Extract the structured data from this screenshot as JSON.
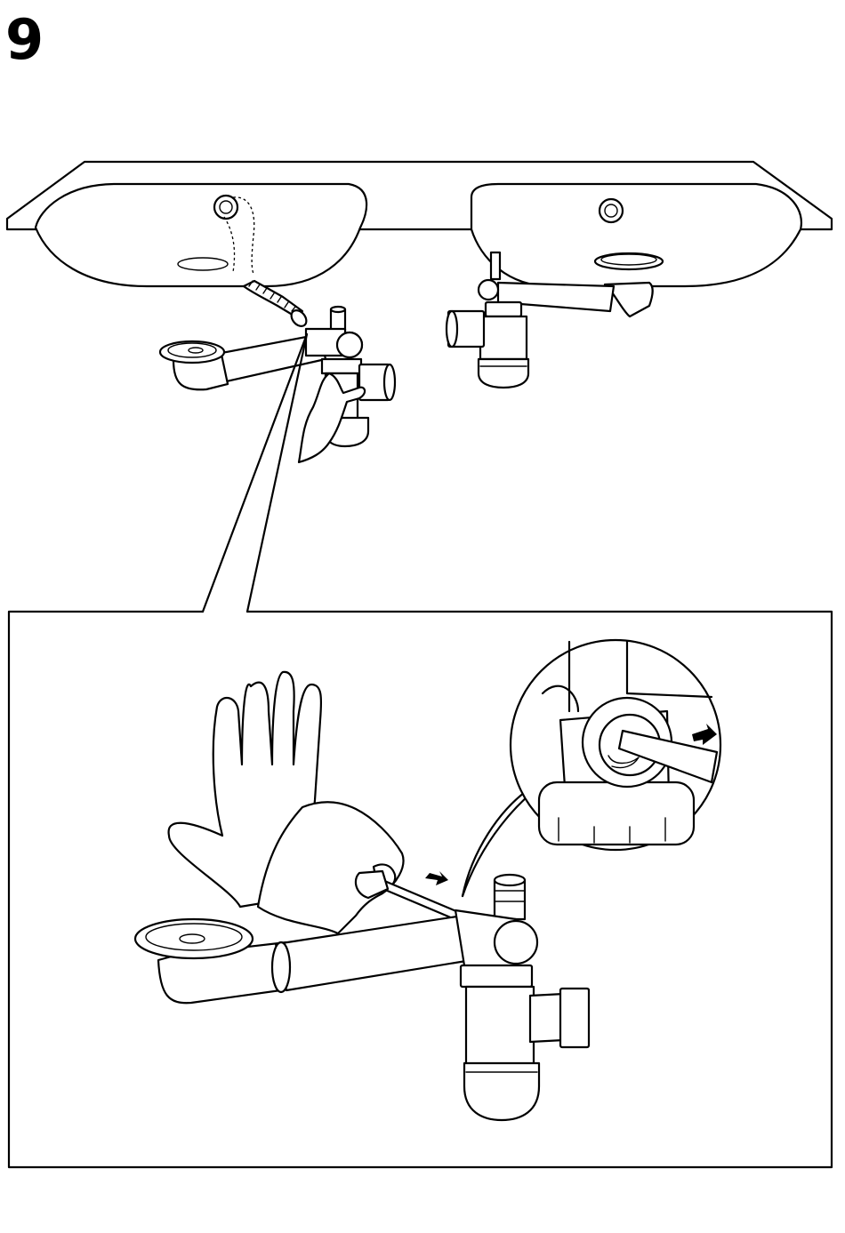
{
  "step": {
    "number": "9"
  },
  "illustration": {
    "overview": {
      "basins": 2,
      "hand-icon": "holding-siphon"
    },
    "detail": {
      "hand-icon": "screwdriver-grip",
      "arrow-icon": "push-direction"
    }
  }
}
